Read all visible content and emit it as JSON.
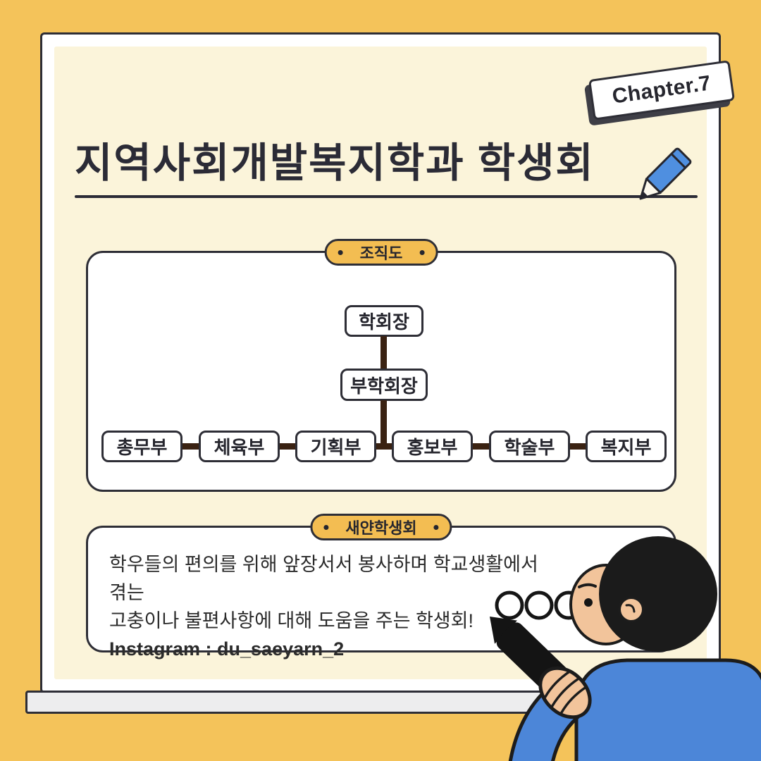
{
  "chapter_tag": {
    "label": "Chapter.7"
  },
  "header": {
    "title": "지역사회개발복지학과 학생회"
  },
  "org_section": {
    "badge_label": "조직도",
    "chart": {
      "president": "학회장",
      "vice_president": "부학회장",
      "departments": [
        "총무부",
        "체육부",
        "기획부",
        "홍보부",
        "학술부",
        "복지부"
      ]
    }
  },
  "info_section": {
    "badge_label": "새얀학생회",
    "lines": [
      "학우들의 편의를 위해 앞장서서 봉사하며 학교생활에서 겪는",
      "고충이나 불편사항에 대해 도움을 주는 학생회!",
      "Instagram : du_saeyarn_2"
    ]
  },
  "icons": {
    "title_pencil": "pencil-icon",
    "person_marker": "marker-pencil-icon",
    "doodle": "squiggle-doodle-icon"
  },
  "colors": {
    "background": "#F4C35A",
    "board_frame": "#FFFFFF",
    "board_inner": "#FBF4DA",
    "outline": "#2E2E36",
    "badge_yellow": "#F3BD52",
    "connector_brown": "#3A2212",
    "pencil_blue": "#4F8FE0",
    "sweater_blue": "#4C86D8",
    "skin": "#F2C49B"
  }
}
